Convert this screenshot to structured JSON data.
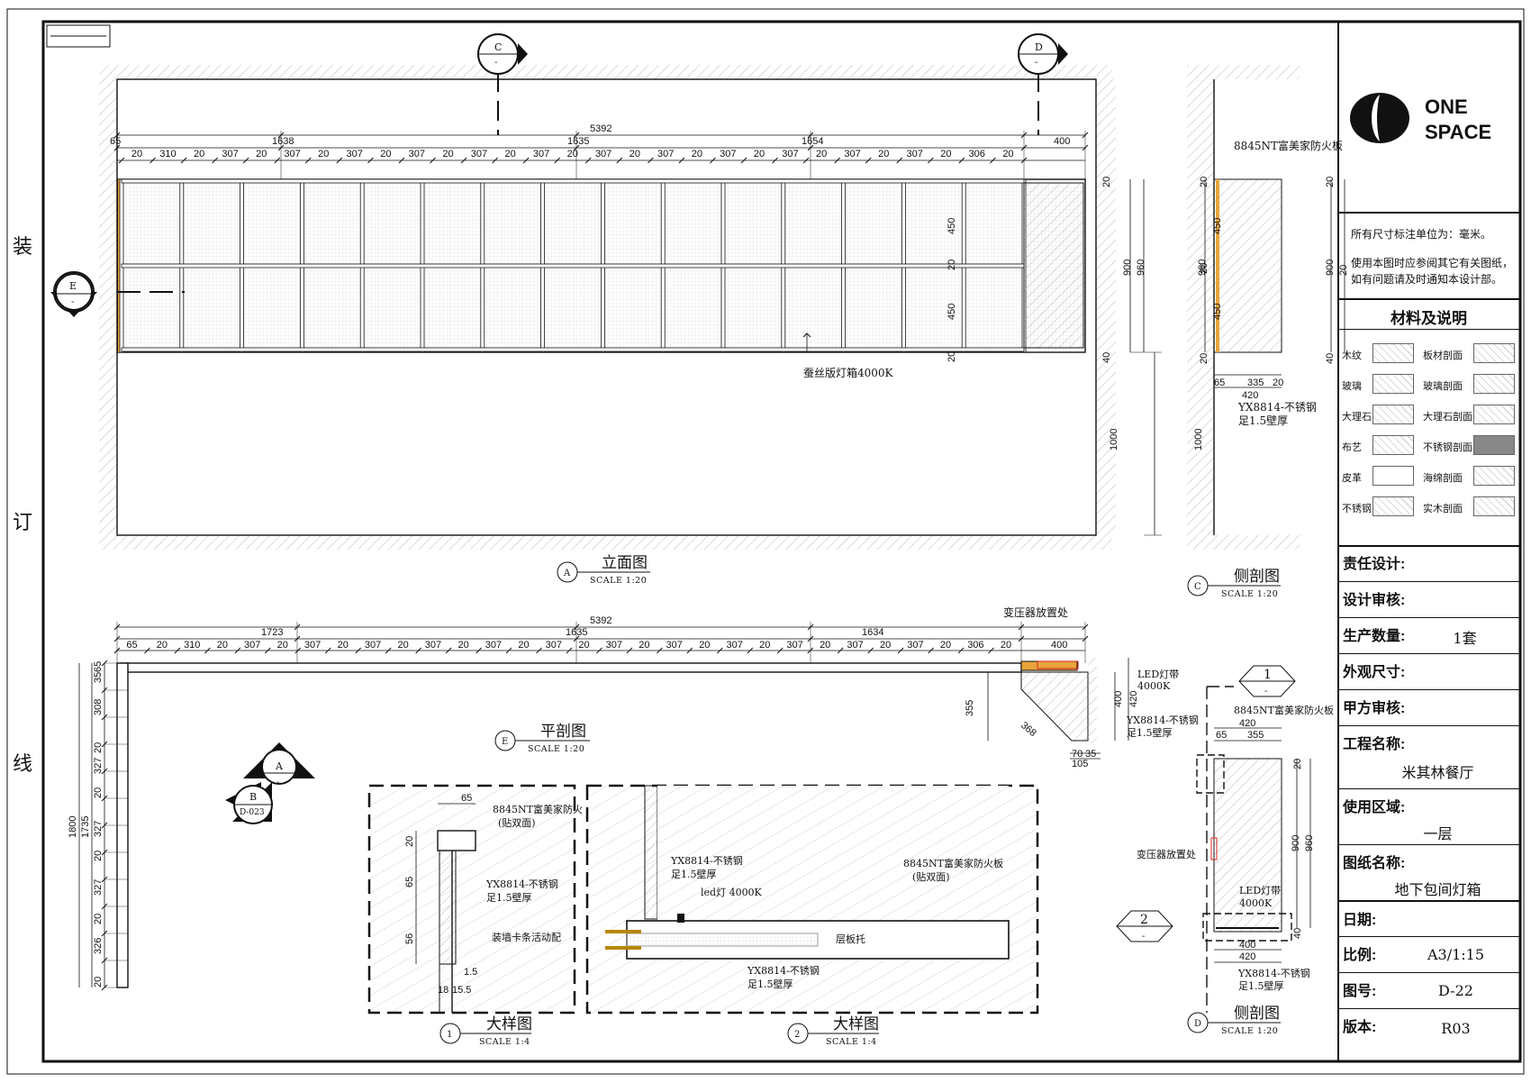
{
  "binding_marks": [
    "装",
    "订",
    "线"
  ],
  "logo": {
    "line1": "ONE",
    "line2": "SPACE"
  },
  "notes": [
    "所有尺寸标注单位为：毫米。",
    "使用本图时应参阅其它有关图纸，如有问题请及时通知本设计部。"
  ],
  "materials": {
    "title": "材料及说明",
    "items": [
      "木纹",
      "板材剖面",
      "玻璃",
      "玻璃剖面",
      "大理石",
      "大理石剖面",
      "布艺",
      "不锈钢剖面",
      "皮革",
      "海绵剖面",
      "不锈钢",
      "实木剖面"
    ]
  },
  "title_block": {
    "responsible": {
      "key": "责任设计:",
      "value": ""
    },
    "review": {
      "key": "设计审核:",
      "value": ""
    },
    "quantity": {
      "key": "生产数量:",
      "value": "1套"
    },
    "appearance": {
      "key": "外观尺寸:",
      "value": ""
    },
    "client": {
      "key": "甲方审核:",
      "value": ""
    },
    "project_key": "工程名称:",
    "project": "米其林餐厅",
    "area_key": "使用区域:",
    "area": "一层",
    "drawing_key": "图纸名称:",
    "drawing": "地下包间灯箱",
    "date": {
      "key": "日期:",
      "value": ""
    },
    "scale": {
      "key": "比例:",
      "value": "A3/1:15"
    },
    "number": {
      "key": "图号:",
      "value": "D-22"
    },
    "version": {
      "key": "版本:",
      "value": "R03"
    }
  },
  "views": {
    "A": {
      "tag": "A",
      "title": "立面图",
      "scale": "SCALE   1:20"
    },
    "C": {
      "tag": "C",
      "title": "侧剖图",
      "scale": "SCALE   1:20"
    },
    "E": {
      "tag": "E",
      "title": "平剖图",
      "scale": "SCALE   1:20"
    },
    "D": {
      "tag": "D",
      "title": "侧剖图",
      "scale": "SCALE   1:20"
    },
    "d1": {
      "tag": "1",
      "title": "大样图",
      "scale": "SCALE   1:4"
    },
    "d2": {
      "tag": "2",
      "title": "大样图",
      "scale": "SCALE   1:4"
    }
  },
  "section_marks": {
    "C": "C",
    "D": "D",
    "E": "E",
    "A": "A",
    "B": "B",
    "B_ref": "D-023",
    "h1": "1",
    "h2": "2",
    "dash": "-"
  },
  "elevation": {
    "total": "5392",
    "top_dims": [
      "65",
      "1638",
      "1635",
      "1654",
      "400"
    ],
    "modules": [
      "20",
      "310",
      "20",
      "307",
      "20",
      "307",
      "20",
      "307",
      "20",
      "307",
      "20",
      "307",
      "20",
      "307",
      "20",
      "307",
      "20",
      "307",
      "20",
      "307",
      "20",
      "307",
      "20",
      "307",
      "20",
      "307",
      "20",
      "306",
      "20"
    ],
    "right_dims": [
      "20",
      "450",
      "20",
      "450",
      "20",
      "40"
    ],
    "right_total": [
      "900",
      "960"
    ],
    "floor": "1000",
    "note": "蚕丝版灯箱4000K"
  },
  "plan": {
    "total": "5392",
    "top_dims": [
      "1723",
      "1635",
      "1634"
    ],
    "end": "400",
    "modules": [
      "65",
      "20",
      "310",
      "20",
      "307",
      "20",
      "307",
      "20",
      "307",
      "20",
      "307",
      "20",
      "307",
      "20",
      "307",
      "20",
      "307",
      "20",
      "307",
      "20",
      "307",
      "20",
      "307",
      "20",
      "307",
      "20",
      "307",
      "20",
      "306",
      "20"
    ],
    "left_dims": [
      "65",
      "35",
      "308",
      "20",
      "327",
      "20",
      "327",
      "20",
      "327",
      "20",
      "326",
      "20"
    ],
    "left_total": [
      "1800",
      "1735"
    ],
    "notes": [
      "变压器放置处",
      "LED灯带",
      "4000K",
      "YX8814-不锈钢",
      "足1.5壁厚"
    ],
    "corner": [
      "355",
      "368",
      "400",
      "420",
      "70",
      "35",
      "105"
    ]
  },
  "sectionC": {
    "notes": [
      "8845NT富美家防火板",
      "YX8814-不锈钢",
      "足1.5壁厚"
    ],
    "dims": [
      "20",
      "450",
      "20",
      "450",
      "20",
      "960",
      "900",
      "20",
      "40",
      "65",
      "335",
      "20",
      "420",
      "1000"
    ]
  },
  "sectionD": {
    "notes": [
      "8845NT富美家防火板",
      "变压器放置处",
      "LED灯带",
      "4000K",
      "YX8814-不锈钢",
      "足1.5壁厚"
    ],
    "dims": [
      "420",
      "65",
      "355",
      "20",
      "900",
      "960",
      "400",
      "420",
      "40"
    ]
  },
  "detail1": {
    "notes": [
      "8845NT富美家防火",
      "(贴双面)",
      "YX8814-不锈钢",
      "足1.5壁厚",
      "装墙卡条活动配"
    ],
    "dims": [
      "65",
      "20",
      "65",
      "56",
      "1.5",
      "18",
      "15.5"
    ]
  },
  "detail2": {
    "notes": [
      "YX8814-不锈钢",
      "足1.5壁厚",
      "led灯 4000K",
      "8845NT富美家防火板",
      "(贴双面)",
      "层板托",
      "YX8814-不锈钢",
      "足1.5壁厚"
    ]
  }
}
